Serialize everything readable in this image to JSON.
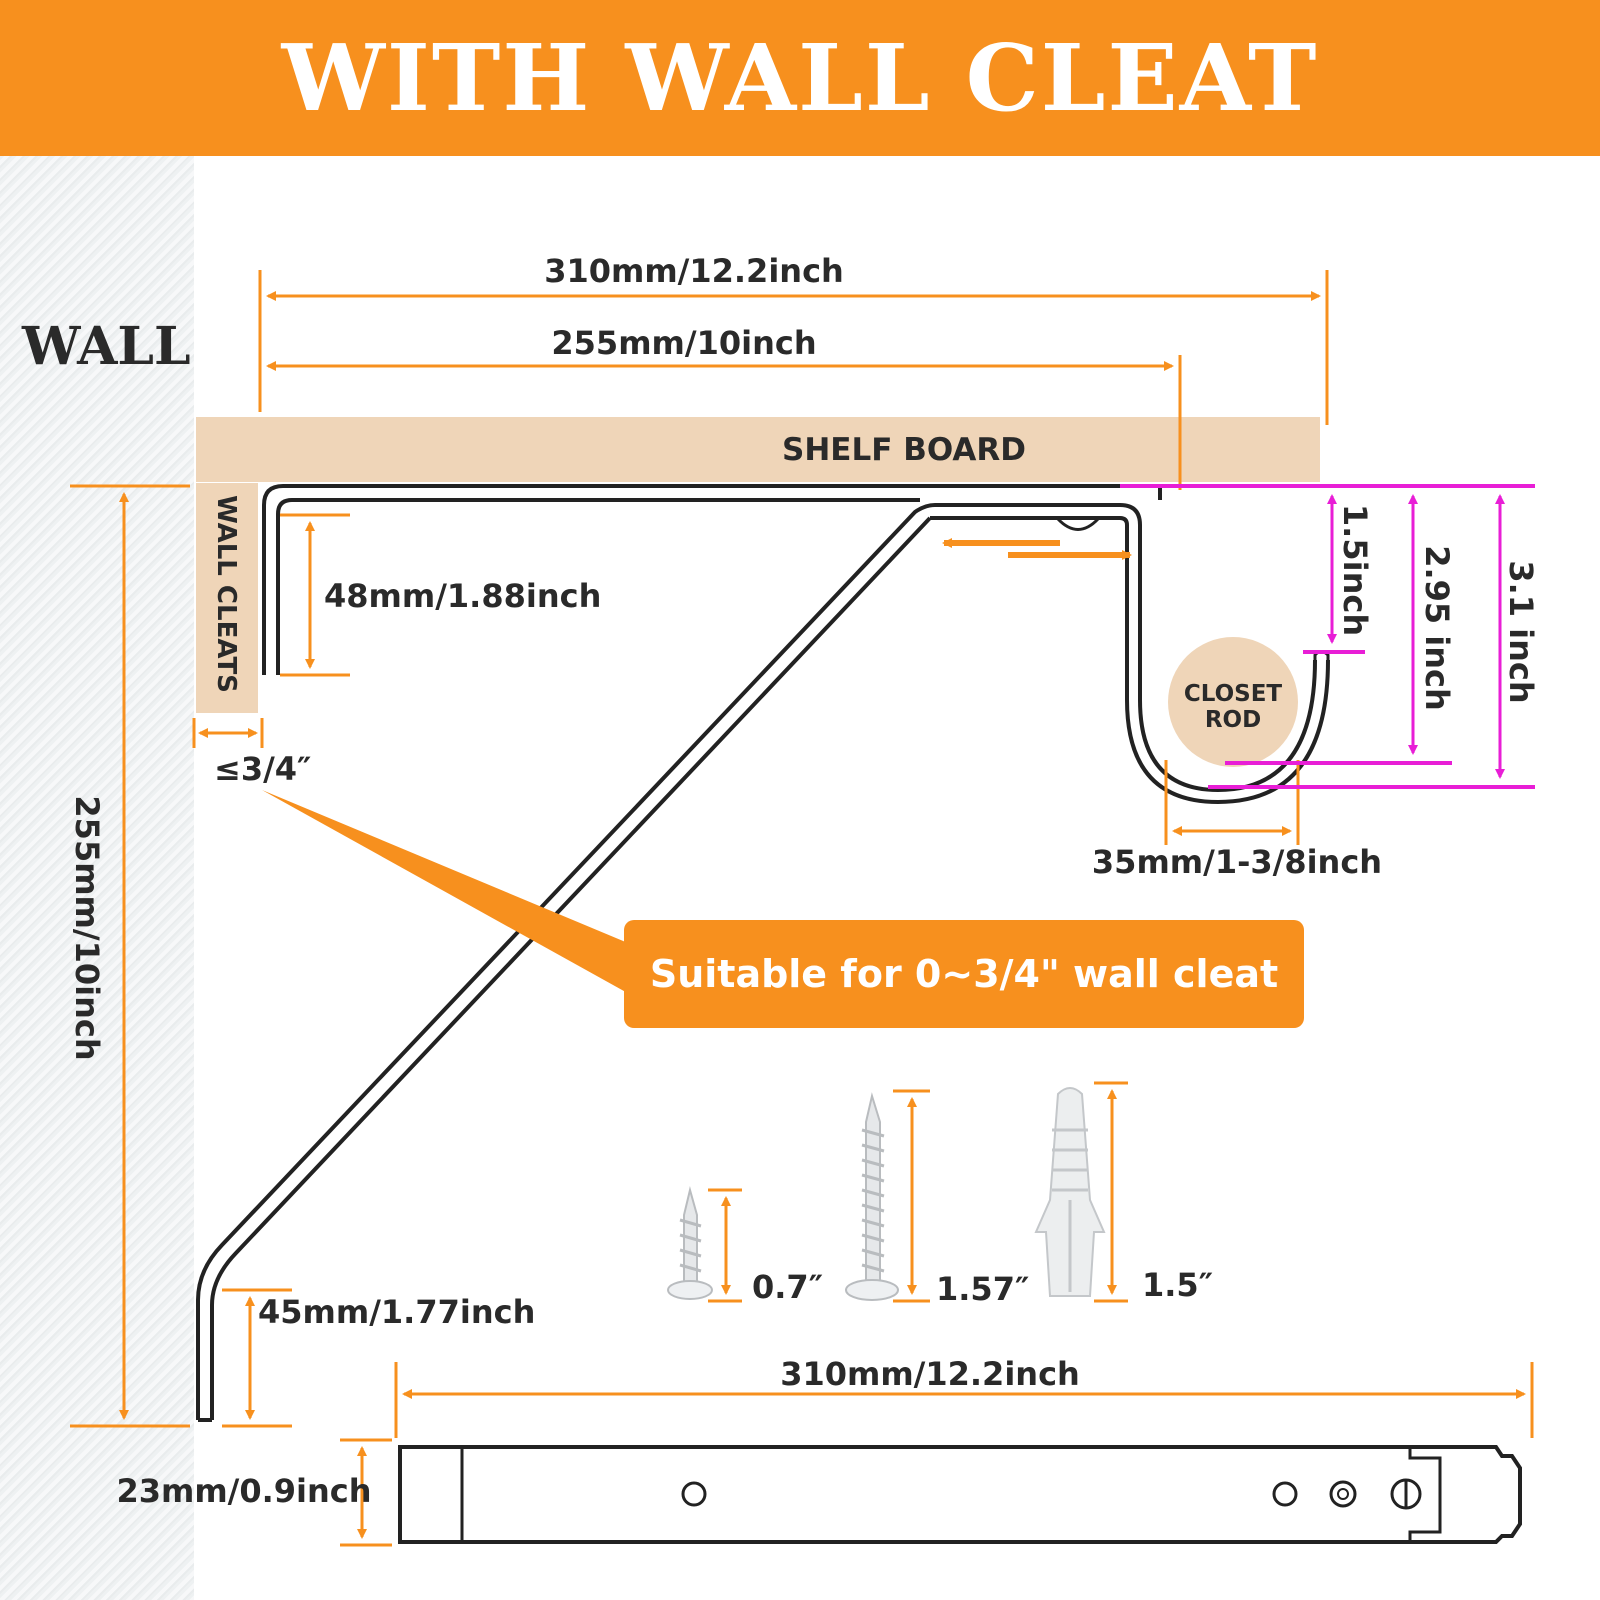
{
  "title": "WITH WALL CLEAT",
  "wall_label": "WALL",
  "shelf_board_label": "SHELF BOARD",
  "wall_cleats_label": "WALL CLEATS",
  "closet_rod_label_line1": "CLOSET",
  "closet_rod_label_line2": "ROD",
  "callout": "Suitable for 0~3/4\" wall cleat",
  "dimensions": {
    "top_overall": "310mm/12.2inch",
    "top_shelf_depth": "255mm/10inch",
    "cleat_lip": "48mm/1.88inch",
    "cleat_gap": "≤3/4″",
    "height": "255mm/10inch",
    "bottom_foot": "45mm/1.77inch",
    "hook_width": "35mm/1-3/8inch",
    "hook_1": "1.5inch",
    "hook_2": "2.95 inch",
    "hook_3": "3.1 inch",
    "bar_length": "310mm/12.2inch",
    "bar_width": "23mm/0.9inch"
  },
  "hardware": {
    "screw_short": "0.7″",
    "screw_long": "1.57″",
    "anchor": "1.5″"
  },
  "colors": {
    "accent": "#f7901e",
    "magenta": "#e81ed6",
    "shelf": "#efd5b8",
    "text": "#2a2a2a"
  }
}
